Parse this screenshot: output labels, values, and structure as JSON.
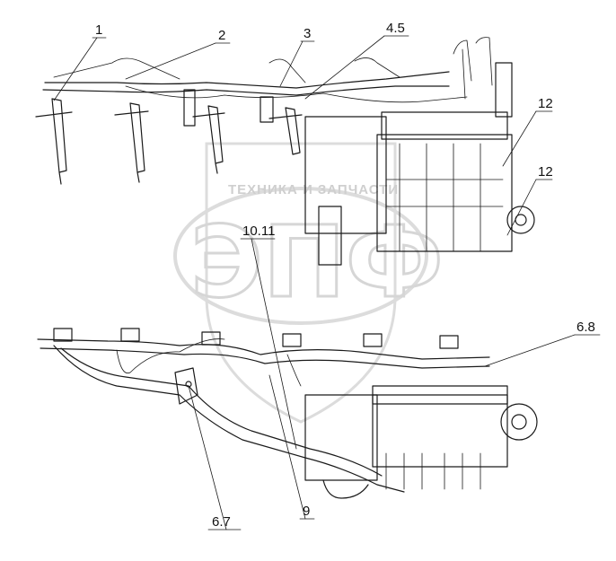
{
  "watermark": {
    "tagline": "ТЕХНИКА И ЗАПЧАСТИ",
    "logo": "ЭПФ",
    "color": "#d0d0d0"
  },
  "callouts": {
    "c1": "1",
    "c2": "2",
    "c3": "3",
    "c45": "4.5",
    "c12a": "12",
    "c12b": "12",
    "c1011": "10.11",
    "c68": "6.8",
    "c67": "6.7",
    "c9": "9"
  },
  "colors": {
    "line": "#1a1a1a",
    "background": "#ffffff"
  }
}
